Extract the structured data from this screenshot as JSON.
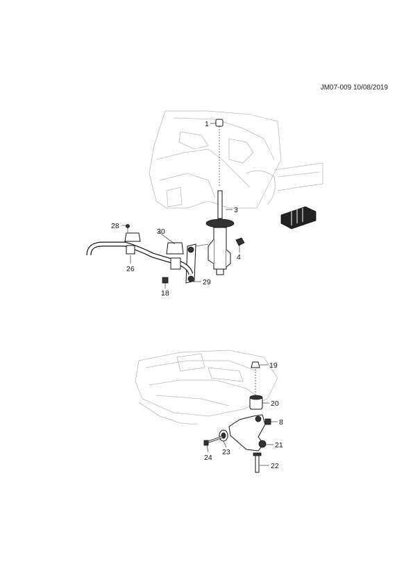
{
  "header": {
    "doc_ref": "JM07-009 10/08/2019"
  },
  "callouts": {
    "c1": "1",
    "c3": "3",
    "c4": "4",
    "c28": "28",
    "c30": "30",
    "c26": "26",
    "c18": "18",
    "c29": "29",
    "c19": "19",
    "c20": "20",
    "c8": "8",
    "c21": "21",
    "c22": "22",
    "c23": "23",
    "c24": "24"
  }
}
